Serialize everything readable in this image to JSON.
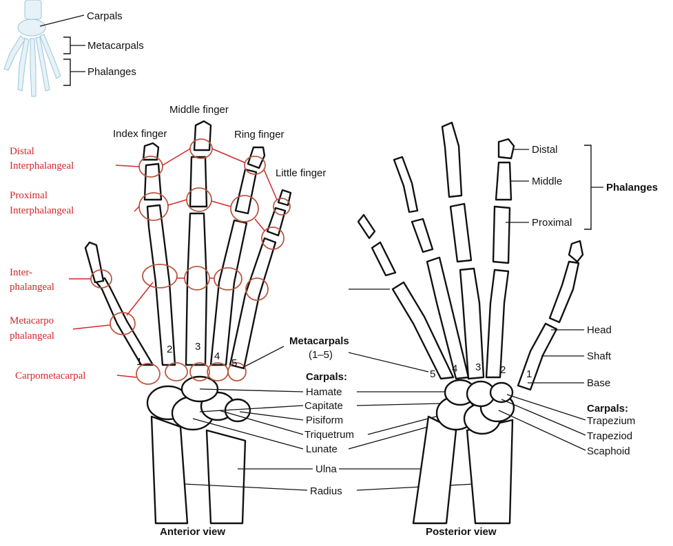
{
  "inset_labels": {
    "carpals": "Carpals",
    "metacarpals": "Metacarpals",
    "phalanges": "Phalanges"
  },
  "finger_labels": {
    "index": "Index finger",
    "middle": "Middle finger",
    "ring": "Ring finger",
    "little": "Little finger"
  },
  "joint_labels": {
    "distal_1": "Distal",
    "distal_2": "Interphalangeal",
    "proximal_1": "Proximal",
    "proximal_2": "Interphalangeal",
    "inter_1": "Inter-",
    "inter_2": "phalangeal",
    "metacarpo_1": "Metacarpo",
    "metacarpo_2": "phalangeal",
    "carpometacarpal": "Carpometacarpal"
  },
  "center_labels": {
    "metacarpals_title": "Metacarpals",
    "metacarpals_range": "(1–5)",
    "carpals_title": "Carpals:",
    "hamate": "Hamate",
    "capitate": "Capitate",
    "pisiform": "Pisiform",
    "triquetrum": "Triquetrum",
    "lunate": "Lunate",
    "ulna": "Ulna",
    "radius": "Radius"
  },
  "posterior_labels": {
    "distal": "Distal",
    "middle": "Middle",
    "proximal": "Proximal",
    "phalanges": "Phalanges",
    "head": "Head",
    "shaft": "Shaft",
    "base": "Base",
    "carpals_title": "Carpals:",
    "trapezium": "Trapezium",
    "trapeziod": "Trapeziod",
    "scaphoid": "Scaphoid"
  },
  "metacarpal_numbers_anterior": [
    "1",
    "2",
    "3",
    "4",
    "5"
  ],
  "metacarpal_numbers_posterior": [
    "5",
    "4",
    "3",
    "2",
    "1"
  ],
  "view_labels": {
    "anterior": "Anterior view",
    "posterior": "Posterior view"
  },
  "colors": {
    "joint_label": "#d0262a",
    "joint_circle": "#b8573f",
    "inset_bone": "#e6f2f8"
  }
}
